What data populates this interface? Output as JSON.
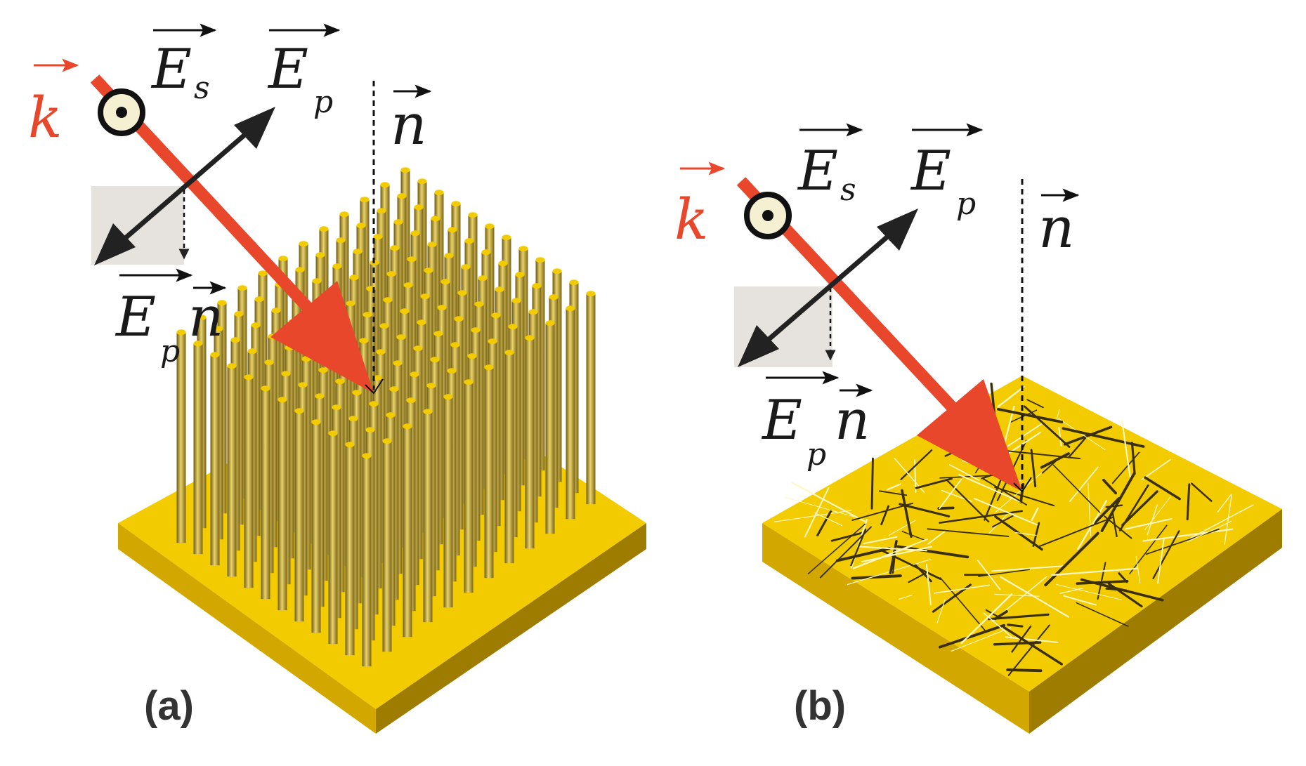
{
  "colors": {
    "gold_top": "#f2cc00",
    "gold_front": "#d2a800",
    "gold_side": "#9e7c00",
    "rod_light": "#e9d36a",
    "rod_dark": "#6d5a12",
    "beam": "#e8472b",
    "arrow_dark": "#222222",
    "projection_box": "#e6e3df",
    "vector_k": "#e8472b",
    "text": "#1a1a1a"
  },
  "icons": {
    "Es_symbol": "dot-in-circle-icon",
    "beam_head": "arrow-head-icon"
  },
  "panels": [
    {
      "label": "(a)",
      "surface": "vertical-nanorod-array",
      "symbols": {
        "k": "k",
        "Es_base": "E",
        "Es_sub": "s",
        "Ep_base": "E",
        "Ep_sub": "p",
        "n": "n",
        "Epn_base": "E",
        "Epn_sub": "p",
        "Epn_n": "n"
      }
    },
    {
      "label": "(b)",
      "surface": "random-nanowire-film",
      "symbols": {
        "k": "k",
        "Es_base": "E",
        "Es_sub": "s",
        "Ep_base": "E",
        "Ep_sub": "p",
        "n": "n",
        "Epn_base": "E",
        "Epn_sub": "p",
        "Epn_n": "n"
      }
    }
  ]
}
